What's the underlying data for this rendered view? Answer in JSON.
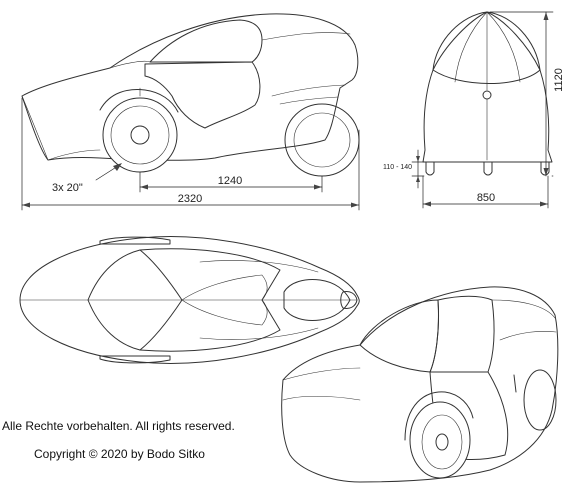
{
  "dimensions": {
    "total_length": "2320",
    "wheelbase": "1240",
    "wheel_spec": "3x 20\"",
    "width": "850",
    "height": "1120",
    "ground_clearance": "110 - 140"
  },
  "notices": {
    "rights": "Alle Rechte vorbehalten. All rights reserved.",
    "copyright": "Copyright © 2020 by Bodo Sitko"
  }
}
